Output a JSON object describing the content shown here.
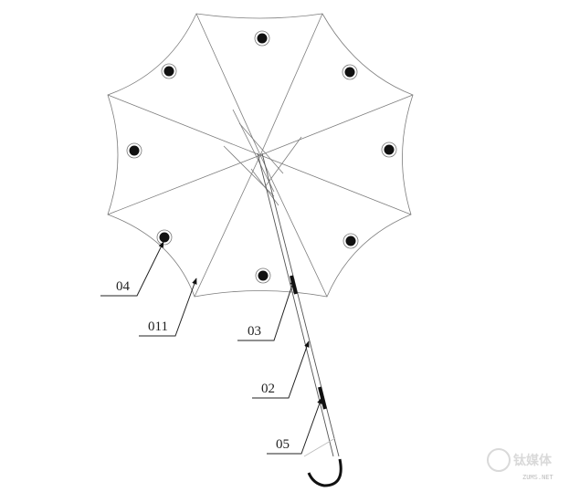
{
  "figure": {
    "labels": {
      "canopy_button": "04",
      "canopy_edge": "011",
      "runner": "03",
      "shaft": "02",
      "handle_grip": "05"
    }
  },
  "watermark": {
    "text": "钛媒体",
    "url": "ZUMS.NET"
  }
}
